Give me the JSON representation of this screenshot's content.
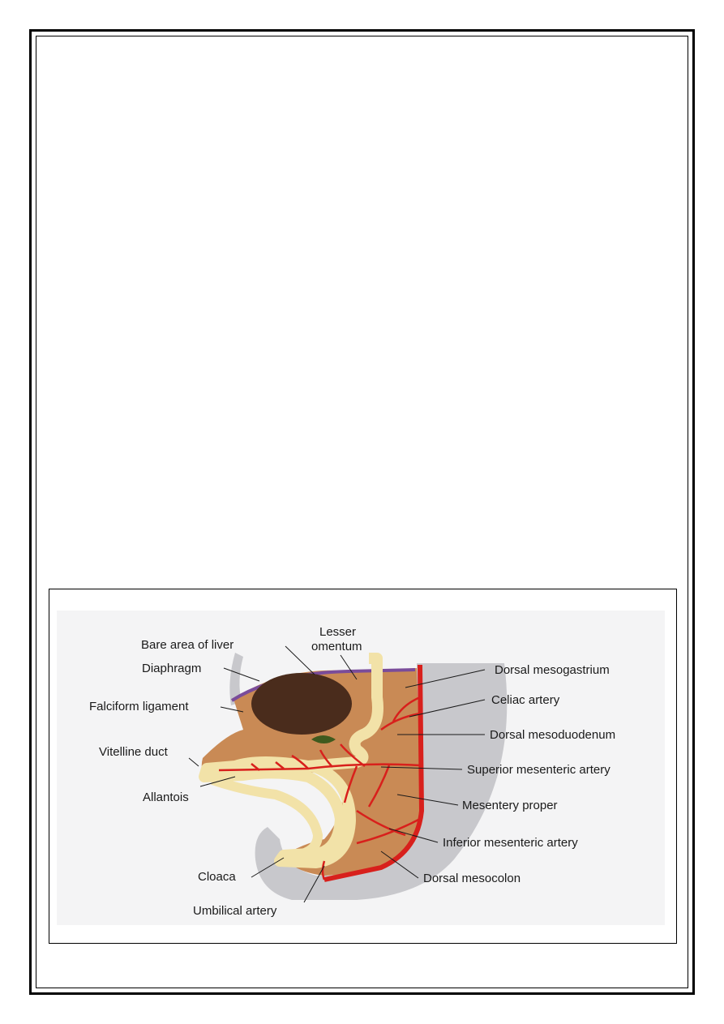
{
  "figure": {
    "labels": {
      "bare_area_of_liver": "Bare area of liver",
      "lesser_omentum_1": "Lesser",
      "lesser_omentum_2": "omentum",
      "diaphragm": "Diaphragm",
      "falciform_ligament": "Falciform ligament",
      "vitelline_duct": "Vitelline duct",
      "allantois": "Allantois",
      "cloaca": "Cloaca",
      "umbilical_artery": "Umbilical artery",
      "dorsal_mesogastrium": "Dorsal mesogastrium",
      "celiac_artery": "Celiac artery",
      "dorsal_mesoduodenum": "Dorsal mesoduodenum",
      "superior_mesenteric_artery": "Superior mesenteric artery",
      "mesentery_proper": "Mesentery proper",
      "inferior_mesenteric_artery": "Inferior mesenteric artery",
      "dorsal_mesocolon": "Dorsal mesocolon"
    },
    "colors": {
      "body_wall": "#c8c8cc",
      "mesentery": "#c98a55",
      "liver": "#4a2c1c",
      "gut": "#f2e2a8",
      "artery": "#d8201c",
      "diaphragm": "#7a4c9a",
      "gallbladder": "#3f5a1e"
    }
  }
}
